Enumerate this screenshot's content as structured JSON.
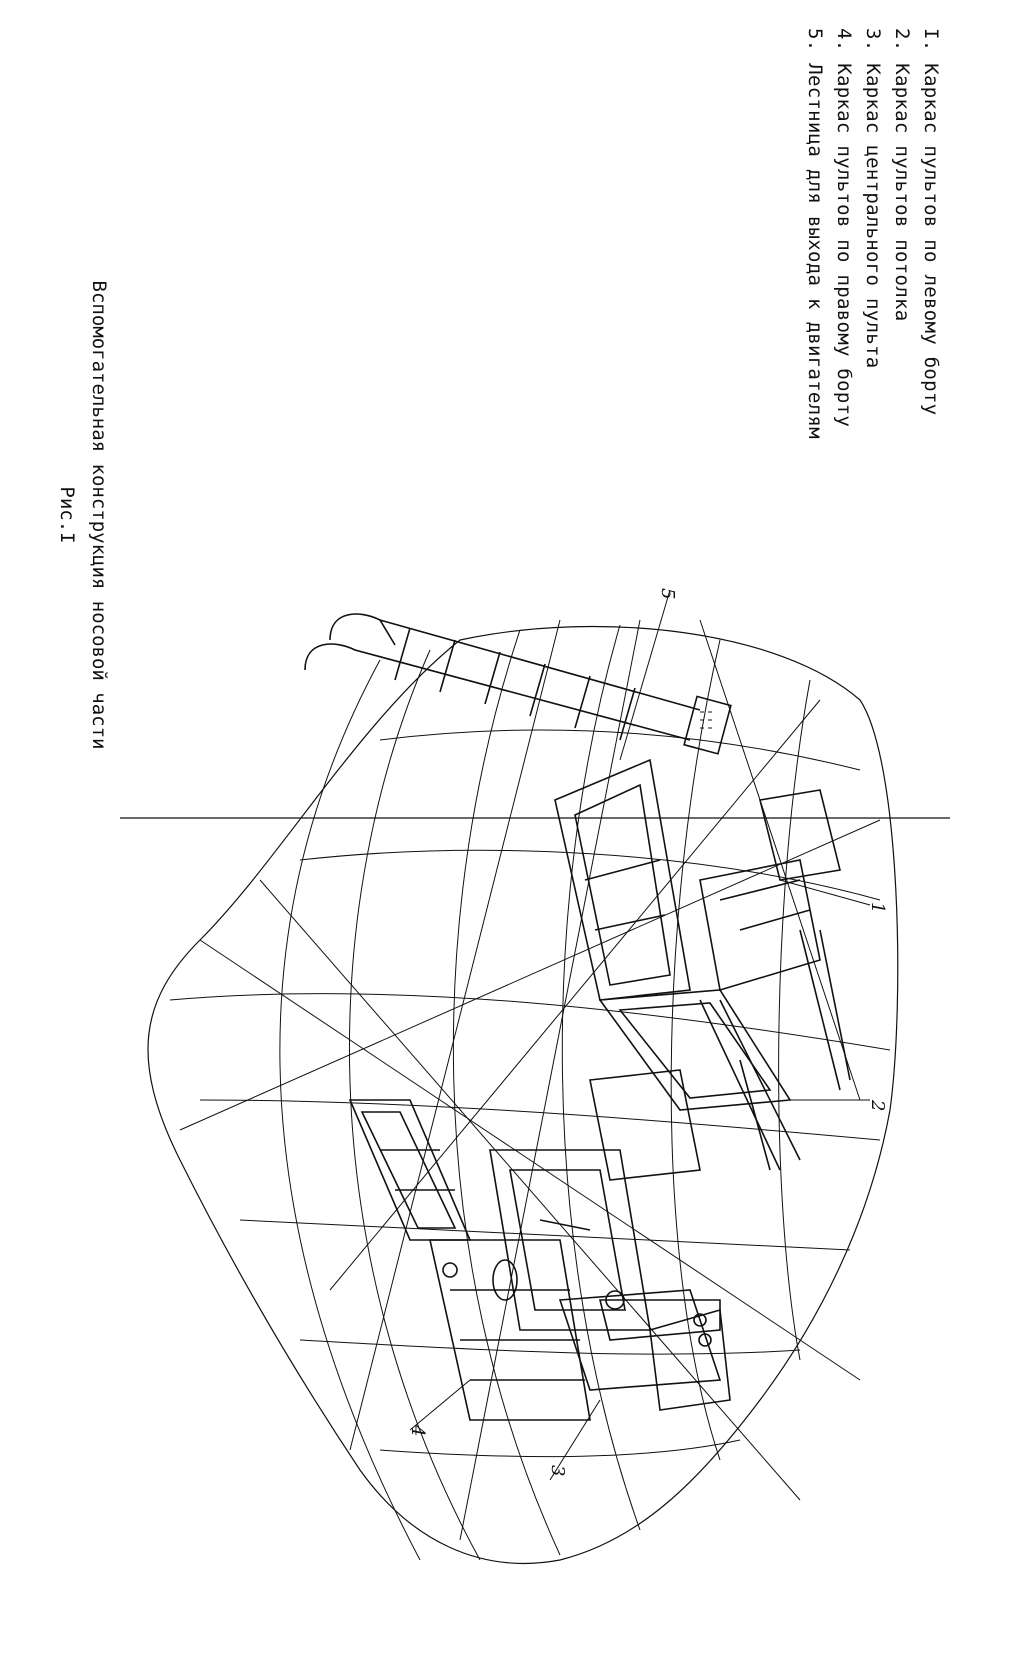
{
  "legend": {
    "items": [
      "I. Каркас пультов по левому борту",
      "2. Каркас пультов потолка",
      "3. Каркас центрального пульта",
      "4. Каркас пультов по правому борту",
      "5. Лестница для выхода к двигателям"
    ]
  },
  "caption": {
    "title": "Вспомогательная конструкция носовой части",
    "figure": "Рис.I"
  },
  "callouts": {
    "c1": "1",
    "c2": "2",
    "c3": "3",
    "c4": "4",
    "c5": "5"
  },
  "colors": {
    "ink": "#111111",
    "paper": "#ffffff"
  }
}
